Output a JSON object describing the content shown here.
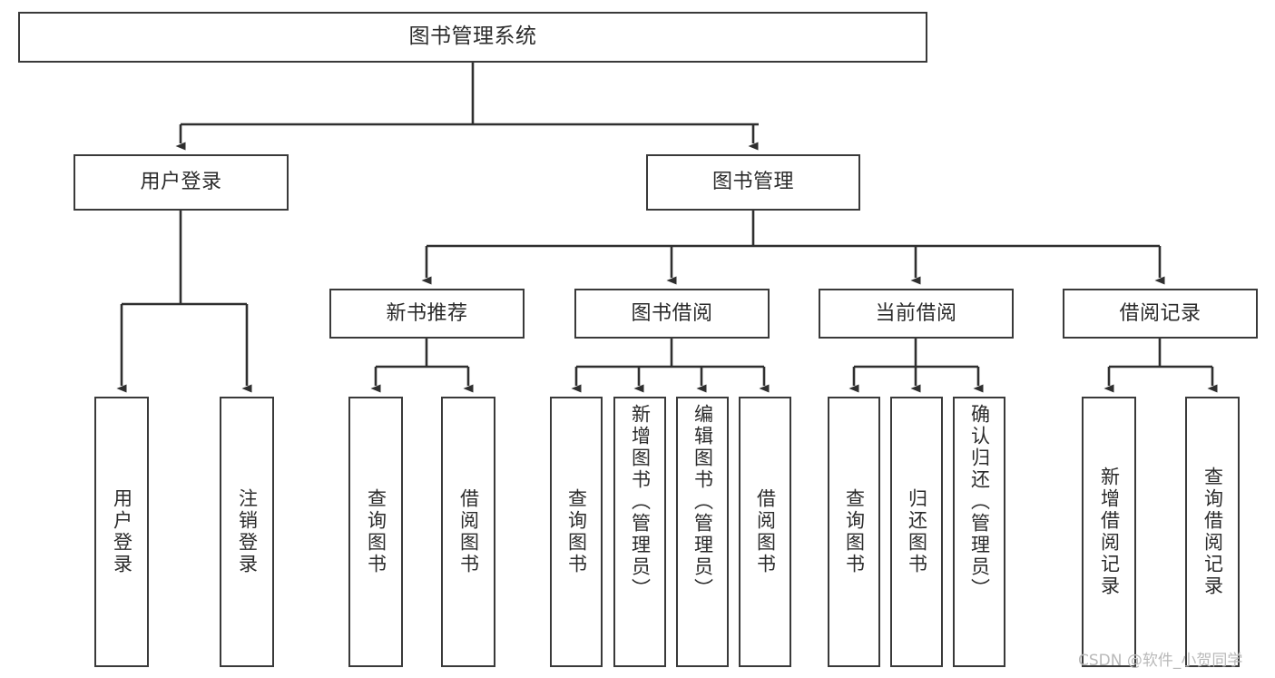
{
  "diagram": {
    "title": "图书管理系统",
    "type": "tree",
    "watermark": "CSDN @软件_小贺同学",
    "colors": {
      "node_border": "#3a3a3a",
      "node_fill": "#ffffff",
      "edge": "#2f2f2f",
      "text": "#2b2b2b",
      "background": "#ffffff",
      "watermark": "#b9b9b9"
    },
    "levels": {
      "root": [
        "图书管理系统"
      ],
      "level2": [
        "用户登录",
        "图书管理"
      ],
      "level3": [
        "新书推荐",
        "图书借阅",
        "当前借阅",
        "借阅记录"
      ],
      "leaves": [
        "用户登录",
        "注销登录",
        "查询图书",
        "借阅图书",
        "查询图书",
        "新增图书（管理员）",
        "编辑图书（管理员）",
        "借阅图书",
        "查询图书",
        "归还图书",
        "确认归还（管理员）",
        "新增借阅记录",
        "查询借阅记录"
      ]
    },
    "nodes": {
      "root": {
        "label": "图书管理系统"
      },
      "user_login": {
        "label": "用户登录"
      },
      "book_manage": {
        "label": "图书管理"
      },
      "new_book_rec": {
        "label": "新书推荐"
      },
      "book_borrow": {
        "label": "图书借阅"
      },
      "current_borrow": {
        "label": "当前借阅"
      },
      "borrow_record": {
        "label": "借阅记录"
      },
      "leaf_user_login": {
        "label": "用户登录"
      },
      "leaf_logout": {
        "label": "注销登录"
      },
      "leaf_query_book_1": {
        "label": "查询图书"
      },
      "leaf_borrow_book_1": {
        "label": "借阅图书"
      },
      "leaf_query_book_2": {
        "label": "查询图书"
      },
      "leaf_add_book": {
        "label": "新增图书（管理员）"
      },
      "leaf_edit_book": {
        "label": "编辑图书（管理员）"
      },
      "leaf_borrow_book_2": {
        "label": "借阅图书"
      },
      "leaf_query_book_3": {
        "label": "查询图书"
      },
      "leaf_return_book": {
        "label": "归还图书"
      },
      "leaf_confirm_return": {
        "label": "确认归还（管理员）"
      },
      "leaf_add_record": {
        "label": "新增借阅记录"
      },
      "leaf_query_record": {
        "label": "查询借阅记录"
      }
    },
    "edges": [
      {
        "from": "root",
        "to": "user_login"
      },
      {
        "from": "root",
        "to": "book_manage"
      },
      {
        "from": "user_login",
        "to": "leaf_user_login"
      },
      {
        "from": "user_login",
        "to": "leaf_logout"
      },
      {
        "from": "book_manage",
        "to": "new_book_rec"
      },
      {
        "from": "book_manage",
        "to": "book_borrow"
      },
      {
        "from": "book_manage",
        "to": "current_borrow"
      },
      {
        "from": "book_manage",
        "to": "borrow_record"
      },
      {
        "from": "new_book_rec",
        "to": "leaf_query_book_1"
      },
      {
        "from": "new_book_rec",
        "to": "leaf_borrow_book_1"
      },
      {
        "from": "book_borrow",
        "to": "leaf_query_book_2"
      },
      {
        "from": "book_borrow",
        "to": "leaf_add_book"
      },
      {
        "from": "book_borrow",
        "to": "leaf_edit_book"
      },
      {
        "from": "book_borrow",
        "to": "leaf_borrow_book_2"
      },
      {
        "from": "current_borrow",
        "to": "leaf_query_book_3"
      },
      {
        "from": "current_borrow",
        "to": "leaf_return_book"
      },
      {
        "from": "current_borrow",
        "to": "leaf_confirm_return"
      },
      {
        "from": "borrow_record",
        "to": "leaf_add_record"
      },
      {
        "from": "borrow_record",
        "to": "leaf_query_record"
      }
    ]
  }
}
